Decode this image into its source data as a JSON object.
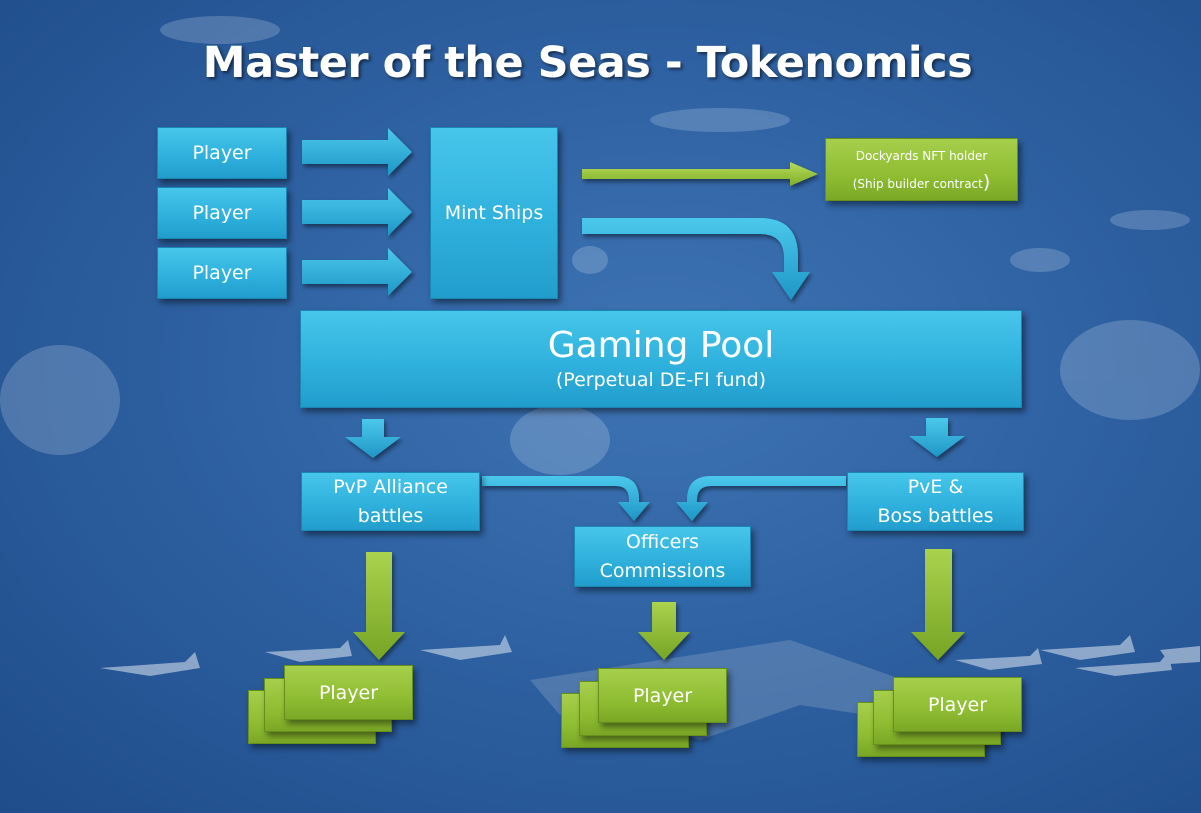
{
  "title": "Master of the Seas - Tokenomics",
  "inputs": {
    "players": [
      "Player",
      "Player",
      "Player"
    ],
    "mint": "Mint Ships"
  },
  "dockyards": {
    "line1": "Dockyards NFT holder",
    "line2": "(Ship builder contract",
    "line2_close": ")"
  },
  "pool": {
    "title": "Gaming Pool",
    "subtitle": "(Perpetual DE-FI fund)"
  },
  "pvp": {
    "line1": "PvP Alliance",
    "line2": "battles"
  },
  "officers": {
    "line1": "Officers",
    "line2": "Commissions"
  },
  "pve": {
    "line1": "PvE &",
    "line2": "Boss battles"
  },
  "outputs": {
    "left": "Player",
    "middle": "Player",
    "right": "Player"
  },
  "colors": {
    "blue_box": "#2fb1dd",
    "green_box": "#8fbd32",
    "background": "#2f62a3",
    "title_text": "#ffffff"
  }
}
